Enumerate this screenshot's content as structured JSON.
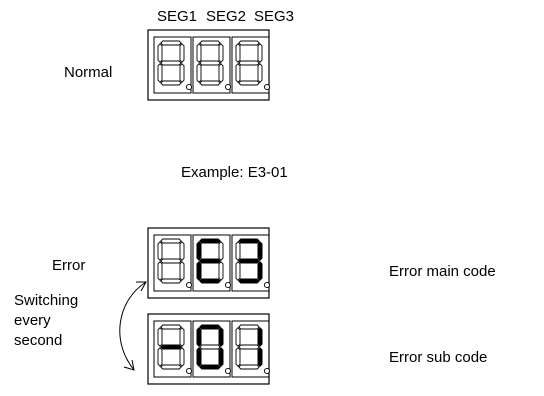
{
  "segment_headers": [
    "SEG1",
    "SEG2",
    "SEG3"
  ],
  "labels": {
    "normal": "Normal",
    "example": "Example: E3-01",
    "error": "Error",
    "switching_lines": [
      "Switching",
      "every",
      "second"
    ],
    "main_code": "Error main code",
    "sub_code": "Error sub code"
  },
  "displays": {
    "normal": [
      {
        "lit": []
      },
      {
        "lit": []
      },
      {
        "lit": []
      }
    ],
    "error_main": [
      {
        "lit": []
      },
      {
        "lit": [
          "a",
          "f",
          "g",
          "e",
          "d"
        ]
      },
      {
        "lit": [
          "a",
          "b",
          "g",
          "c",
          "d"
        ]
      }
    ],
    "error_sub": [
      {
        "lit": [
          "g"
        ]
      },
      {
        "lit": [
          "a",
          "b",
          "c",
          "d",
          "e",
          "f"
        ]
      },
      {
        "lit": [
          "b",
          "c"
        ]
      }
    ]
  },
  "colors": {
    "ink": "#000000",
    "background": "#ffffff"
  }
}
